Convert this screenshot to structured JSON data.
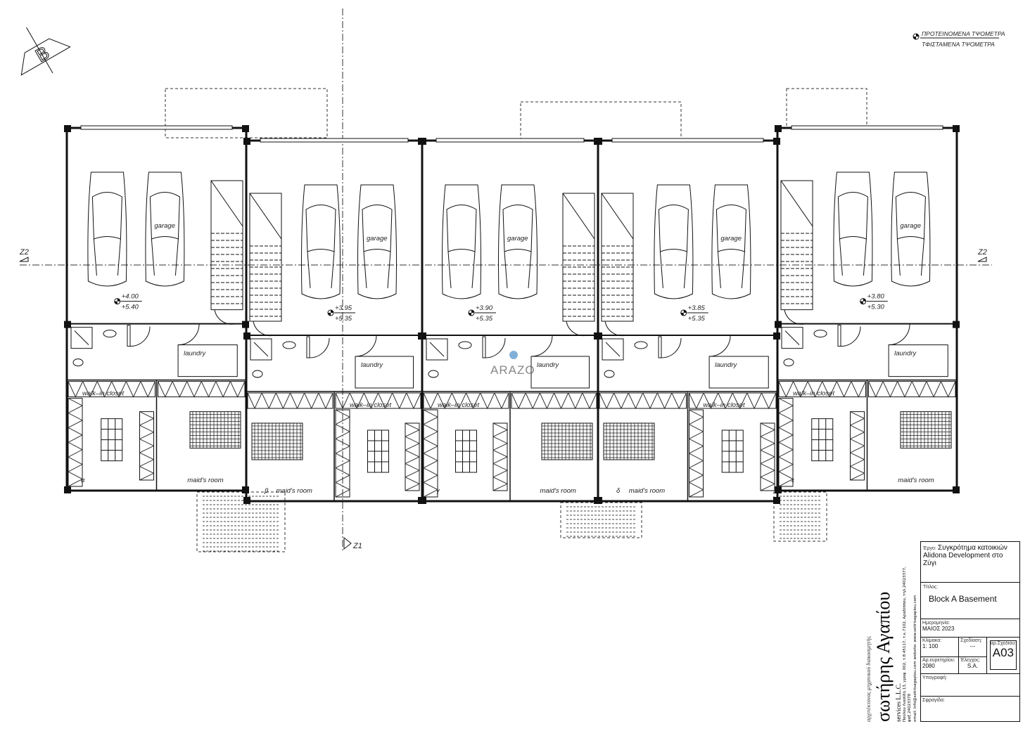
{
  "legend": {
    "proposed": "ΠΡΟΤΕΙΝΟΜΕΝΑ ΤΨΟΜΕΤΡΑ",
    "existing": "ΤΦΙΣΤΑΜΕΝΑ ΤΨΟΜΕΤΡΑ"
  },
  "north_label": "B",
  "section_marks": {
    "left": "Z2",
    "right": "Z2",
    "bottom": "Z1"
  },
  "logo": {
    "text": "ARAZO"
  },
  "rooms": {
    "garage": "garage",
    "laundry": "laundry",
    "closet": "walk–in closet",
    "maid": "maid's room"
  },
  "units": [
    {
      "letter": "α",
      "level_proposed": "+4.00",
      "level_existing": "+5.40"
    },
    {
      "letter": "β",
      "level_proposed": "+3.95",
      "level_existing": "+5.35"
    },
    {
      "letter": "γ",
      "level_proposed": "+3.90",
      "level_existing": "+5.35"
    },
    {
      "letter": "δ",
      "level_proposed": "+3.85",
      "level_existing": "+5.35"
    },
    {
      "letter": "ε",
      "level_proposed": "+3.80",
      "level_existing": "+5.30"
    }
  ],
  "company": {
    "name": "σωτήρης Αγαπίου",
    "suffix": "services L.L.C.",
    "tagline": "αρχιτέκτονας μηχανικού διακοσμητής",
    "address": "Παύλου Λιασίδη 13, γραφ. 002, τ.θ.45117, τ.κ.7102, Αραδίππου, τηλ.24023377, φαξ.24023378",
    "contact": "email: info@sotirisagapiou.com   website: www.sotirisagapiou.com"
  },
  "title_block": {
    "project_label": "Έργο:",
    "project": "Συγκρότημα κατοικιών Alidona Development στο Ζύγι",
    "title_label": "Τίτλος:",
    "title": "Block A Basement",
    "date_label": "Ημερομηνία:",
    "date": "ΜΑΙΟΣ 2023",
    "scale_label": "Κλίμακα:",
    "scale": "1: 100",
    "drawn_label": "Σχεδίαση:",
    "drawn": "---",
    "number_label": "αρ.Σχεδίου:",
    "number": "A03",
    "inventory_label": "Αρ.ευρετηρίου:",
    "inventory": "2080",
    "check_label": "Έλεγχος:",
    "check": "S.A.",
    "signature_label": "Υπογραφή:",
    "stamp_label": "Σφραγίδα:"
  }
}
